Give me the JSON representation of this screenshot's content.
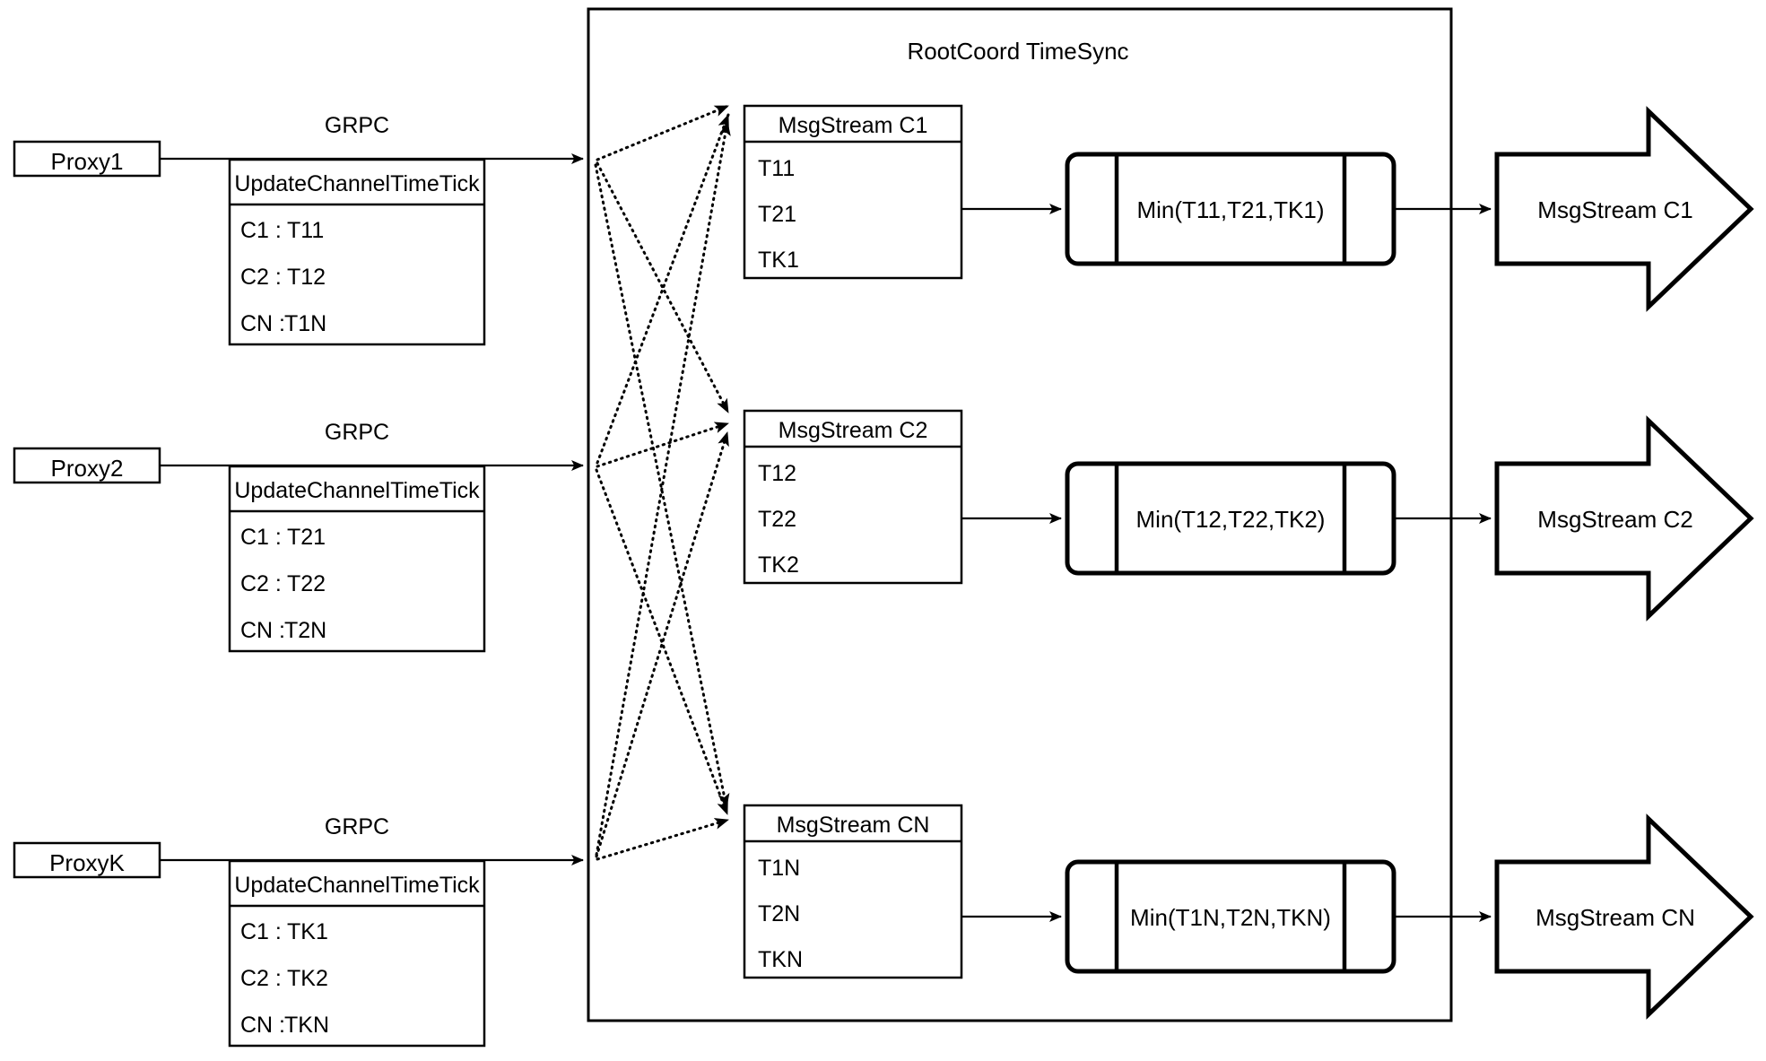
{
  "diagram": {
    "type": "flowchart",
    "title": "RootCoord TimeSync",
    "container_label": "RootCoord TimeSync",
    "proxies": [
      {
        "id": "proxy1",
        "name": "Proxy1",
        "link_label": "GRPC",
        "rpc": {
          "header": "UpdateChannelTimeTick",
          "rows": [
            {
              "channel": "C1 :",
              "tick": "T11"
            },
            {
              "channel": "C2 :",
              "tick": "T12"
            },
            {
              "channel": "CN :",
              "tick": "T1N"
            }
          ]
        }
      },
      {
        "id": "proxy2",
        "name": "Proxy2",
        "link_label": "GRPC",
        "rpc": {
          "header": "UpdateChannelTimeTick",
          "rows": [
            {
              "channel": "C1 :",
              "tick": "T21"
            },
            {
              "channel": "C2 :",
              "tick": "T22"
            },
            {
              "channel": "CN :",
              "tick": "T2N"
            }
          ]
        }
      },
      {
        "id": "proxyk",
        "name": "ProxyK",
        "link_label": "GRPC",
        "rpc": {
          "header": "UpdateChannelTimeTick",
          "rows": [
            {
              "channel": "C1 :",
              "tick": "TK1"
            },
            {
              "channel": "C2 :",
              "tick": "TK2"
            },
            {
              "channel": "CN :",
              "tick": "TKN"
            }
          ]
        }
      }
    ],
    "msgstreams": [
      {
        "id": "ms-c1",
        "header": "MsgStream C1",
        "rows": [
          "T11",
          "T21",
          "TK1"
        ]
      },
      {
        "id": "ms-c2",
        "header": "MsgStream C2",
        "rows": [
          "T12",
          "T22",
          "TK2"
        ]
      },
      {
        "id": "ms-cn",
        "header": "MsgStream CN",
        "rows": [
          "T1N",
          "T2N",
          "TKN"
        ]
      }
    ],
    "processes": [
      {
        "id": "min-c1",
        "label": "Min(T11,T21,TK1)"
      },
      {
        "id": "min-c2",
        "label": "Min(T12,T22,TK2)"
      },
      {
        "id": "min-cn",
        "label": "Min(T1N,T2N,TKN)"
      }
    ],
    "outputs": [
      {
        "id": "out-c1",
        "label": "MsgStream C1"
      },
      {
        "id": "out-c2",
        "label": "MsgStream C2"
      },
      {
        "id": "out-cn",
        "label": "MsgStream CN"
      }
    ],
    "colors": {
      "stroke": "#000000",
      "fill": "#ffffff",
      "background": "#ffffff"
    }
  }
}
